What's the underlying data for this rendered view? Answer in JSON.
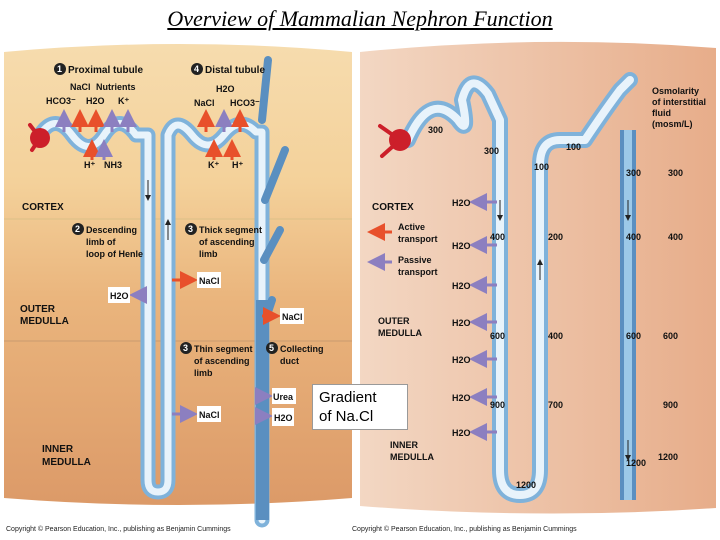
{
  "title": "Overview of Mammalian Nephron Function",
  "gradient_box": {
    "line1": "Gradient",
    "line2": "of Na.Cl"
  },
  "left": {
    "zones": {
      "cortex": "CORTEX",
      "outer": [
        "OUTER",
        "MEDULLA"
      ],
      "inner": [
        "INNER",
        "MEDULLA"
      ]
    },
    "steps": {
      "s1": {
        "num": "1",
        "label": "Proximal tubule"
      },
      "s4": {
        "num": "4",
        "label": "Distal tubule"
      },
      "s2": {
        "num": "2",
        "lines": [
          "Descending",
          "limb of",
          "loop of Henle"
        ]
      },
      "s3a": {
        "num": "3",
        "lines": [
          "Thick segment",
          "of ascending",
          "limb"
        ]
      },
      "s3b": {
        "num": "3",
        "lines": [
          "Thin segment",
          "of ascending",
          "limb"
        ]
      },
      "s5": {
        "num": "5",
        "lines": [
          "Collecting",
          "duct"
        ]
      }
    },
    "labels": {
      "nacl": "NaCl",
      "nutrients": "Nutrients",
      "hco3": "HCO3⁻",
      "h2o": "H2O",
      "kplus": "K⁺",
      "hplus": "H⁺",
      "nh3": "NH3",
      "urea": "Urea"
    },
    "copyright": "Copyright © Pearson Education, Inc., publishing as Benjamin Cummings"
  },
  "right": {
    "zones": {
      "cortex": "CORTEX",
      "outer": [
        "OUTER",
        "MEDULLA"
      ],
      "inner": [
        "INNER",
        "MEDULLA"
      ]
    },
    "legend": {
      "active": [
        "Active",
        "transport"
      ],
      "passive": [
        "Passive",
        "transport"
      ]
    },
    "osmolarity_title": [
      "Osmolarity",
      "of interstitial",
      "fluid",
      "(mosm/L)"
    ],
    "scale": [
      "300",
      "400",
      "600",
      "900",
      "1200"
    ],
    "values": [
      "300",
      "300",
      "100",
      "100",
      "300",
      "400",
      "200",
      "400",
      "600",
      "400",
      "600",
      "900",
      "700",
      "1200",
      "1200"
    ],
    "h2o": "H2O",
    "copyright": "Copyright © Pearson Education, Inc., publishing as Benjamin Cummings"
  },
  "colors": {
    "active": "#e8502b",
    "passive": "#8c7fc0",
    "tubule": "#9cc9e8",
    "duct": "#5a8fc0",
    "blood": "#cc1f2a"
  }
}
